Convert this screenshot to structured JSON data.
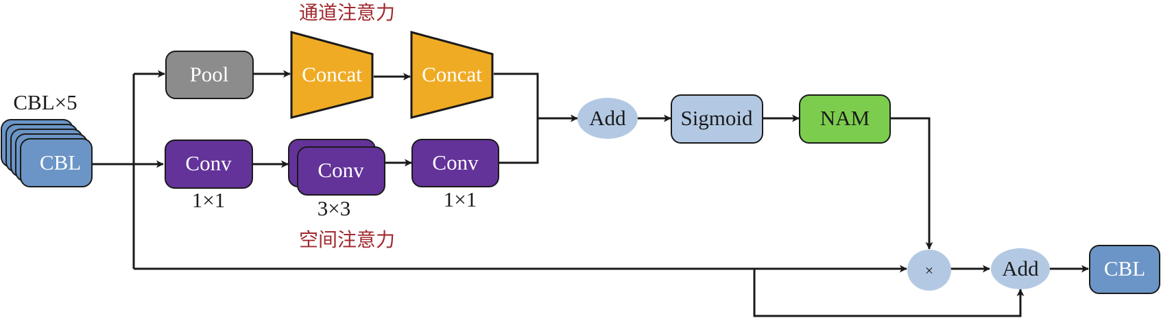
{
  "colors": {
    "cbl": "#6b95c6",
    "pool": "#8c8c8c",
    "concat": "#f0ab24",
    "conv": "#633399",
    "light_blue": "#b3c9e3",
    "nam": "#7ccd4e",
    "annotation": "#a0282e"
  },
  "labels": {
    "channel_attention": "通道注意力",
    "spatial_attention": "空间注意力",
    "cbl_stack_caption": "CBL×5",
    "cbl_input": "CBL",
    "pool": "Pool",
    "concat_1": "Concat",
    "concat_2": "Concat",
    "conv_1": "Conv",
    "conv_1_kernel": "1×1",
    "conv_2": "Conv",
    "conv_2_kernel": "3×3",
    "conv_3": "Conv",
    "conv_3_kernel": "1×1",
    "add_1": "Add",
    "sigmoid": "Sigmoid",
    "nam": "NAM",
    "multiply": "×",
    "add_2": "Add",
    "cbl_output": "CBL"
  }
}
